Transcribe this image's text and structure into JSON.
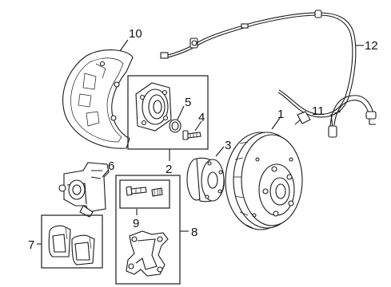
{
  "callouts": {
    "c1": "1",
    "c2": "2",
    "c3": "3",
    "c4": "4",
    "c5": "5",
    "c6": "6",
    "c7": "7",
    "c8": "8",
    "c9": "9",
    "c10": "10",
    "c11": "11",
    "c12": "12"
  },
  "parts": [
    {
      "callout": "1",
      "part": "rotor"
    },
    {
      "callout": "2",
      "part": "hub-bearing-assembly"
    },
    {
      "callout": "3",
      "part": "hub"
    },
    {
      "callout": "4",
      "part": "hub-bolt"
    },
    {
      "callout": "5",
      "part": "seal-ring"
    },
    {
      "callout": "6",
      "part": "caliper"
    },
    {
      "callout": "7",
      "part": "brake-pads"
    },
    {
      "callout": "8",
      "part": "caliper-support"
    },
    {
      "callout": "9",
      "part": "guide-pin-and-boot"
    },
    {
      "callout": "10",
      "part": "splash-shield"
    },
    {
      "callout": "11",
      "part": "brake-hose"
    },
    {
      "callout": "12",
      "part": "abs-sensor-wire"
    }
  ]
}
